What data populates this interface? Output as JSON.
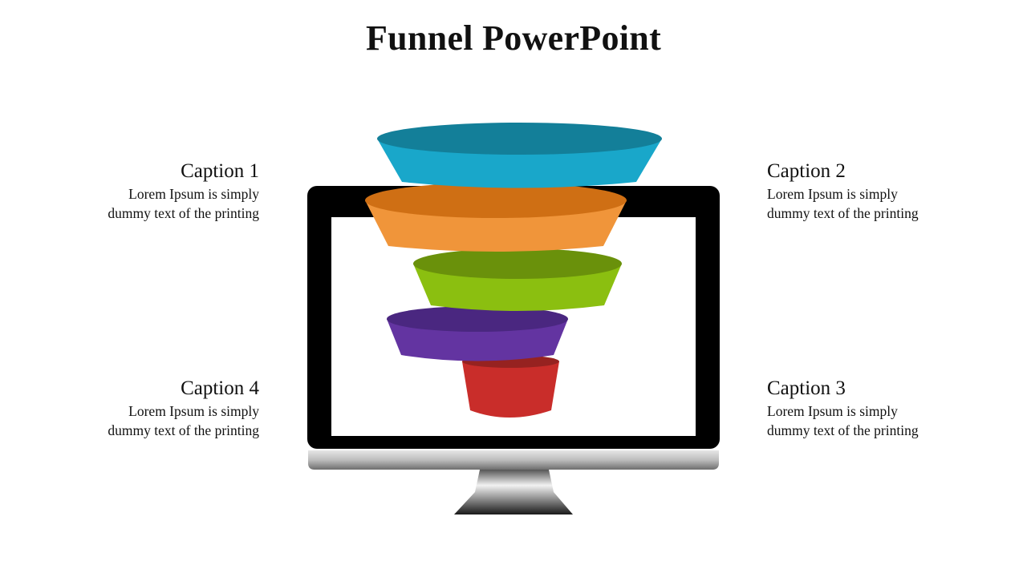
{
  "title": "Funnel PowerPoint",
  "captions": [
    {
      "id": "1",
      "title": "Caption 1",
      "body": "Lorem Ipsum is simply\ndummy text of the printing"
    },
    {
      "id": "2",
      "title": "Caption 2",
      "body": "Lorem Ipsum is simply\ndummy text of the printing"
    },
    {
      "id": "3",
      "title": "Caption 3",
      "body": "Lorem Ipsum is simply\ndummy text of the printing"
    },
    {
      "id": "4",
      "title": "Caption 4",
      "body": "Lorem Ipsum is simply\ndummy text of the printing"
    }
  ],
  "funnel_colors": {
    "level1": {
      "side": "#19a7ca",
      "top": "#137f99"
    },
    "level2": {
      "side": "#f0953a",
      "top": "#cf6f14"
    },
    "level3": {
      "side": "#8bbf10",
      "top": "#6a910b"
    },
    "level4": {
      "side": "#6334a1",
      "top": "#4a2780"
    },
    "level5": {
      "side": "#c92d2a",
      "top": "#962220"
    }
  },
  "monitor_colors": {
    "frame": "#000000",
    "screen": "#ffffff",
    "base": "#b5b5b5"
  }
}
